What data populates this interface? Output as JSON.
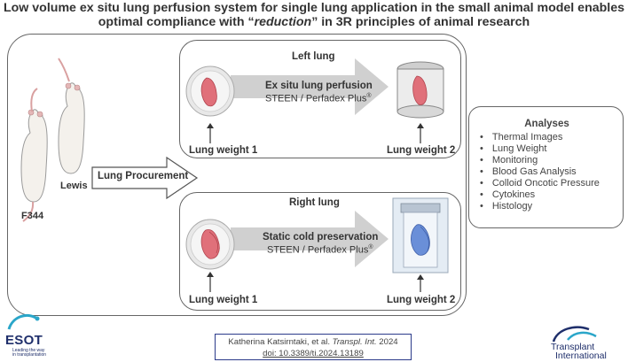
{
  "title": {
    "line1": "Low volume ex situ lung perfusion system for single lung application in the small animal model enables",
    "line2_pre": "optimal compliance with “",
    "line2_em": "reduction",
    "line2_post": "” in 3R principles of animal research"
  },
  "rats": {
    "f344": "F344",
    "lewis": "Lewis"
  },
  "procurement": "Lung Procurement",
  "left_lung": {
    "label": "Left lung",
    "method": "Ex situ lung perfusion",
    "solution": "STEEN / Perfadex Plus",
    "solution_mark": "®",
    "weight1": "Lung weight 1",
    "weight2": "Lung weight 2"
  },
  "right_lung": {
    "label": "Right lung",
    "method": "Static cold preservation",
    "solution": "STEEN / Perfadex Plus",
    "solution_mark": "®",
    "weight1": "Lung weight 1",
    "weight2": "Lung weight 2"
  },
  "analyses": {
    "title": "Analyses",
    "items": [
      "Thermal Images",
      "Lung Weight",
      "Monitoring",
      "Blood Gas Analysis",
      "Colloid Oncotic Pressure",
      "Cytokines",
      "Histology"
    ]
  },
  "citation": {
    "authors": "Katherina Katsirntaki, et al.",
    "journal": "Transpl. Int.",
    "year": "2024",
    "doi": "doi: 10.3389/ti.2024.13189"
  },
  "logos": {
    "esot": "ESOT",
    "esot_tagline_1": "Leading the way",
    "esot_tagline_2": "in transplantation",
    "ti_1": "Transplant",
    "ti_2": "International"
  },
  "colors": {
    "lung_pink": "#e0707a",
    "lung_blue": "#6a8fd8",
    "arrow_gray": "#c8c8c8",
    "brand_navy": "#1f2f6b"
  }
}
